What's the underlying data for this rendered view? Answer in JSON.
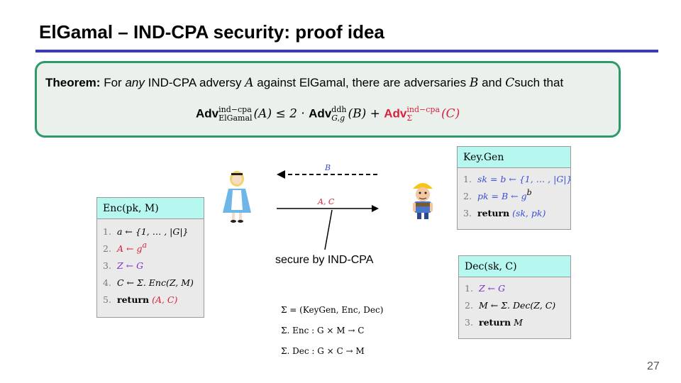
{
  "title": "ElGamal – IND-CPA security: proof idea",
  "theorem": {
    "label": "Theorem:",
    "text_a": "For",
    "text_b": "any",
    "text_c": "IND-CPA adversy",
    "var_A": "A",
    "text_d": "against ElGamal, there are adversaries",
    "var_B": "B",
    "text_e": "and",
    "var_C": "C",
    "text_f": "such that",
    "adv": "Adv",
    "indcpa": "ind−cpa",
    "elgamal": "ElGamal",
    "arg_A": "(A) ≤ 2 ·",
    "ddh": "ddh",
    "Gg": "G,g",
    "arg_B": "(B) +",
    "sigma": "Σ",
    "arg_C": "(C)"
  },
  "keygen": {
    "head": "Key.Gen",
    "l1_num": "1.",
    "l1": "sk = b ← {1, … , |G|}",
    "l2_num": "2.",
    "l2": "pk = B ← g",
    "l2_exp": "b",
    "l3_num": "3.",
    "l3_ret": "return",
    "l3": "(sk, pk)"
  },
  "enc": {
    "head": "Enc(pk, M)",
    "l1_num": "1.",
    "l1": "a ← {1, … , |G|}",
    "l2_num": "2.",
    "l2": "A ← g",
    "l2_exp": "a",
    "l3_num": "3.",
    "l3": "Z ← G",
    "l4_num": "4.",
    "l4": "C ← Σ. Enc(Z, M)",
    "l5_num": "5.",
    "l5_ret": "return",
    "l5": "(A, C)"
  },
  "dec": {
    "head": "Dec(sk, C)",
    "l1_num": "1.",
    "l1": "Z ← G",
    "l2_num": "2.",
    "l2": "M ← Σ. Dec(Z, C)",
    "l3_num": "3.",
    "l3_ret": "return",
    "l3": "M"
  },
  "arrows": {
    "top_label": "B",
    "bottom_label": "A, C"
  },
  "secure_label": "secure by IND-CPA",
  "sigma_def": "Σ = (KeyGen, Enc, Dec)",
  "sigma_enc": "Σ. Enc : G × M → C",
  "sigma_dec": "Σ. Dec : G × C → M",
  "page_number": "27",
  "icons": {
    "alice": "alice-figure",
    "bob": "bob-builder-figure"
  },
  "colors": {
    "accent_rule": "#3b3bb5",
    "theorem_border": "#2e9a6a",
    "header_fill": "#b6f7f0",
    "red": "#d9203a"
  }
}
